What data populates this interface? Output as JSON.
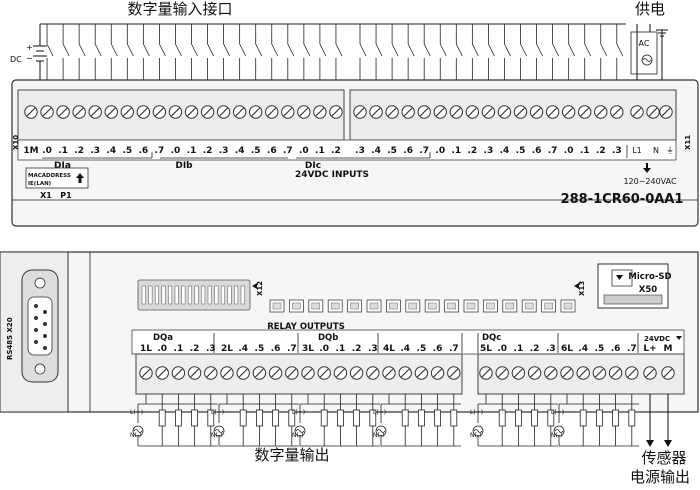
{
  "top": {
    "title_left": "数字量输入接口",
    "title_right": "供电",
    "dc_label": "DC",
    "plus": "+",
    "minus": "−",
    "ac_label": "AC"
  },
  "inputs": {
    "x10": "X10",
    "x11": "X11",
    "common": "1M",
    "terminals": [
      ".0",
      ".1",
      ".2",
      ".3",
      ".4",
      ".5",
      ".6",
      ".7",
      ".0",
      ".1",
      ".2",
      ".3",
      ".4",
      ".5",
      ".6",
      ".7",
      ".0",
      ".1",
      ".2",
      ".3",
      ".4",
      ".5",
      ".6",
      ".7",
      ".0",
      ".1",
      ".2",
      ".3",
      ".4",
      ".5",
      ".6",
      ".7",
      ".0",
      ".1",
      ".2",
      ".3"
    ],
    "group_dia": "DIa",
    "group_dib": "DIb",
    "group_dic": "DIc",
    "band_label": "24VDC INPUTS",
    "power_l1": "L1",
    "power_n": "N",
    "power_range": "120~240VAC",
    "mac_line1": "MACADDRESS",
    "mac_line2": "IE(LAN)",
    "port_x1": "X1",
    "port_p1": "P1",
    "model": "288-1CR60-0AA1"
  },
  "outputs": {
    "rs485": "RS485 X20",
    "x12": "X12",
    "x13": "X13",
    "sd_line1": "Micro-SD",
    "sd_line2": "X50",
    "band_label": "RELAY OUTPUTS",
    "group_dqa": "DQa",
    "group_dqb": "DQb",
    "group_dqc": "DQc",
    "labels": [
      "1L",
      ".0",
      ".1",
      ".2",
      ".3",
      "2L",
      ".4",
      ".5",
      ".6",
      ".7",
      "3L",
      ".0",
      ".1",
      ".2",
      ".3",
      "4L",
      ".4",
      ".5",
      ".6",
      ".7",
      "5L",
      ".0",
      ".1",
      ".2",
      ".3",
      "6L",
      ".4",
      ".5",
      ".6",
      ".7"
    ],
    "sensor_supply": "24VDC",
    "sensor_lp": "L+",
    "sensor_m": "M",
    "line_l": "L(+)",
    "line_n": "N(-)"
  },
  "bottom": {
    "title_left": "数字量输出",
    "title_right_1": "传感器",
    "title_right_2": "电源输出"
  }
}
